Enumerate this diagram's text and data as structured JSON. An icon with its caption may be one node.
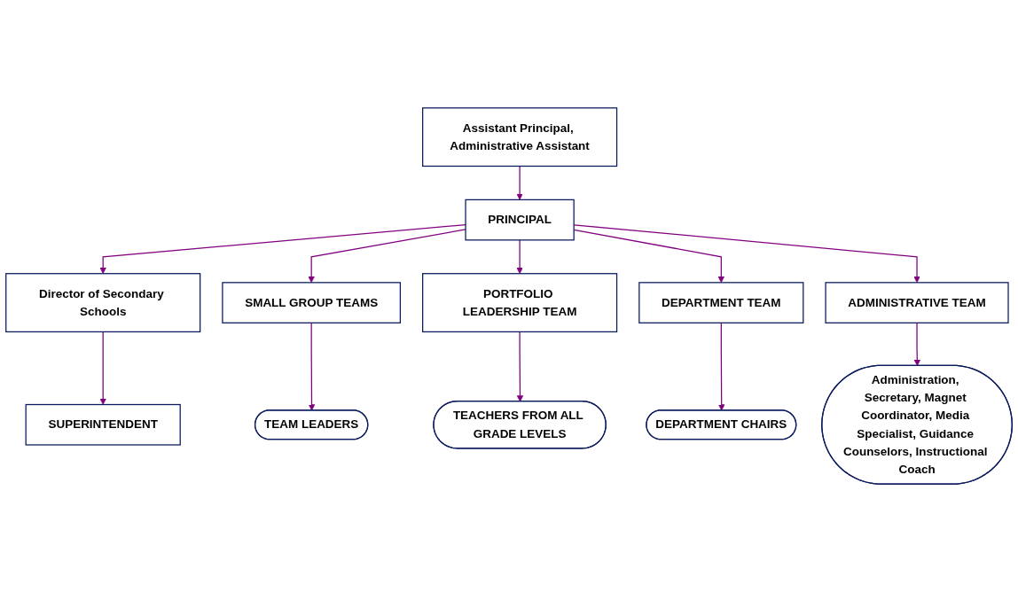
{
  "diagram": {
    "nodes": [
      {
        "text": [
          "SUPERINTENDENT"
        ]
      },
      {
        "text": [
          "Director of Secondary Schools"
        ]
      },
      {
        "text": [
          "Assistant Principal, Administrative Assistant"
        ]
      },
      {
        "text": [
          "PRINCIPAL"
        ]
      },
      {
        "text": [
          "SMALL GROUP TEAMS"
        ]
      },
      {
        "text": [
          "PORTFOLIO LEADERSHIP TEAM"
        ]
      },
      {
        "text": [
          "DEPARTMENT TEAM"
        ]
      },
      {
        "text": [
          "ADMINISTRATIVE TEAM"
        ]
      },
      {
        "text": [
          "TEAM LEADERS"
        ]
      },
      {
        "text": [
          "TEACHERS FROM ALL GRADE LEVELS"
        ]
      },
      {
        "text": [
          "DEPARTMENT CHAIRS"
        ]
      },
      {
        "text": [
          "Administration, Secretary, Magnet Coordinator, Media Specialist, Guidance Counselors, Instructional Coach"
        ]
      }
    ],
    "edges": [
      {
        "from": 1,
        "to": 0,
        "arrow": "to"
      },
      {
        "from": 3,
        "to": 1,
        "arrow": "to"
      },
      {
        "from": 2,
        "to": 3,
        "arrow": "to"
      },
      {
        "from": 3,
        "to": 4,
        "arrow": "to"
      },
      {
        "from": 3,
        "to": 5,
        "arrow": "to"
      },
      {
        "from": 3,
        "to": 6,
        "arrow": "to"
      },
      {
        "from": 3,
        "to": 7,
        "arrow": "to"
      },
      {
        "from": 4,
        "to": 8,
        "arrow": "to"
      },
      {
        "from": 5,
        "to": 9,
        "arrow": "to"
      },
      {
        "from": 6,
        "to": 10,
        "arrow": "to"
      },
      {
        "from": 7,
        "to": 11,
        "arrow": "to"
      }
    ]
  }
}
